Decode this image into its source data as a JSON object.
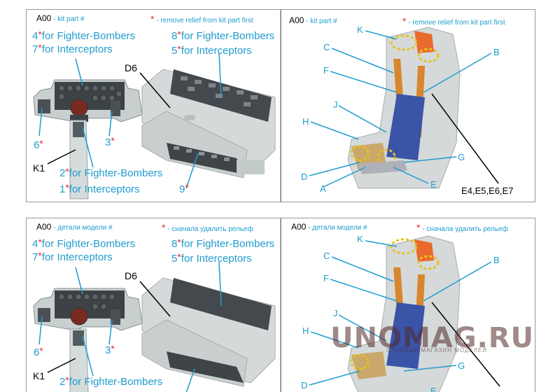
{
  "top_left": {
    "header_code": "A00",
    "header_text": " - kit part #",
    "note_star": "*",
    "note_text": " - remove relief from kit part first",
    "lbl_4": "4",
    "lbl_4_text": "for Fighter-Bombers",
    "lbl_7": "7",
    "lbl_7_text": "for Interceptors",
    "lbl_8": "8",
    "lbl_8_text": "for Fighter-Bombers",
    "lbl_5": "5",
    "lbl_5_text": "for Interceptors",
    "lbl_2": "2",
    "lbl_2_text": "for Fighter-Bombers",
    "lbl_1": "1",
    "lbl_1_text": "for Interceptors",
    "d6": "D6",
    "k1": "K1",
    "n6": "6",
    "n3": "3",
    "n9": "9",
    "star": "*"
  },
  "top_right": {
    "header_code": "A00",
    "header_text": " - kit part #",
    "note_star": "*",
    "note_text": " - remove relief from kit part first",
    "letters": [
      "K",
      "C",
      "B",
      "F",
      "J",
      "H",
      "G",
      "D",
      "E",
      "A"
    ],
    "parts": "E4,E5,E6,E7"
  },
  "bottom_left": {
    "header_code": "A00",
    "header_text": " - детали модели #",
    "note_star": "*",
    "note_text": " - сначала удалить рельеф",
    "lbl_4": "4",
    "lbl_4_text": "for Fighter-Bombers",
    "lbl_7": "7",
    "lbl_7_text": "for Interceptors",
    "lbl_8": "8",
    "lbl_8_text": "for Fighter-Bombers",
    "lbl_5": "5",
    "lbl_5_text": "for Interceptors",
    "lbl_2": "2",
    "lbl_2_text": "for Fighter-Bombers",
    "d6": "D6",
    "k1": "K1",
    "n6": "6",
    "n3": "3",
    "star": "*"
  },
  "bottom_right": {
    "header_code": "A00",
    "header_text": " - детали модели #",
    "note_star": "*",
    "note_text": " - сначала удалить рельеф",
    "letters": [
      "K",
      "C",
      "B",
      "F",
      "J",
      "H",
      "G",
      "D",
      "E"
    ],
    "watermark": "UNOMAG.RU",
    "watermark_sub": "СТАБНЫЙ МАГАЗИН МОДЕЛЕЙ"
  },
  "colors": {
    "accent_blue": "#1f9ccf",
    "star_red": "#e53030",
    "resin_grey": "#d5d9d9",
    "strap_orange": "#d8862e"
  }
}
